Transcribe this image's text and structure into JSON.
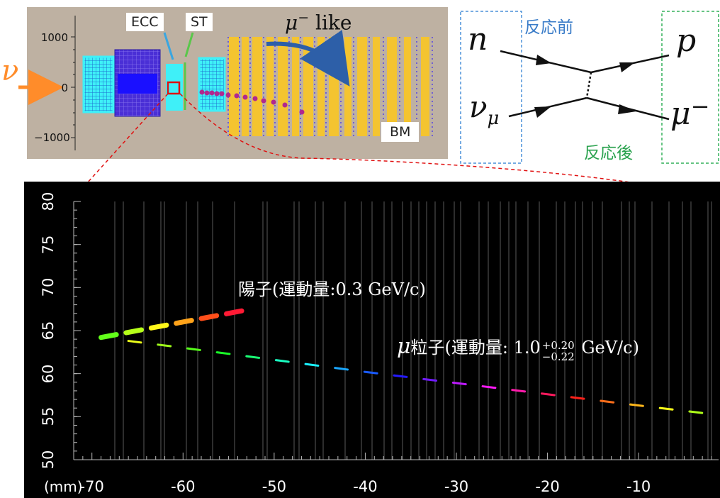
{
  "detector": {
    "beam_label": "ν",
    "y_ticks": [
      "1000",
      "0",
      "−1000"
    ],
    "ecc_label": "ECC",
    "st_label": "ST",
    "muon_label_main": "μ",
    "muon_label_sup": "−",
    "muon_label_rest": " like",
    "bm_label": "BM",
    "colors": {
      "background": "#beb1a2",
      "ecc": "#3ff0f8",
      "iron": "#4a2fd6",
      "bm_band": "#f4c430",
      "beam": "#ff8c2a"
    }
  },
  "feynman": {
    "before_label": "反応前",
    "after_label": "反応後",
    "n": "n",
    "p": "p",
    "nu": "ν",
    "nu_sub": "μ",
    "mu": "μ",
    "mu_sup": "−",
    "colors": {
      "before_box": "#4a90d9",
      "after_box": "#33b05a"
    }
  },
  "event_display": {
    "y_ticks": [
      "80",
      "75",
      "70",
      "65",
      "60",
      "55",
      "50"
    ],
    "x_unit": "(mm)",
    "x_ticks": [
      "-70",
      "-60",
      "-50",
      "-40",
      "-30",
      "-20",
      "-10"
    ],
    "proton_label": "陽子(運動量:0.3 GeV/c)",
    "muon_prefix": "μ",
    "muon_label": "粒子(運動量: 1.0",
    "muon_err_plus": "+0.20",
    "muon_err_minus": "−0.22",
    "muon_unit": " GeV/c)"
  },
  "chart_data": {
    "type": "scatter",
    "xlim": [
      -72,
      -2
    ],
    "ylim": [
      50,
      80
    ],
    "series": [
      {
        "name": "陽子(運動量:0.3 GeV/c)",
        "x": [
          -69,
          -65,
          -60,
          -56,
          -53.5
        ],
        "y": [
          64.2,
          65.0,
          66.0,
          66.8,
          67.3
        ]
      },
      {
        "name": "μ粒子(運動量: 1.0 GeV/c)",
        "x": [
          -66,
          -60,
          -50,
          -40,
          -30,
          -20,
          -10,
          -2
        ],
        "y": [
          63.8,
          63.0,
          61.6,
          60.2,
          58.9,
          57.6,
          56.3,
          55.3
        ]
      }
    ]
  }
}
